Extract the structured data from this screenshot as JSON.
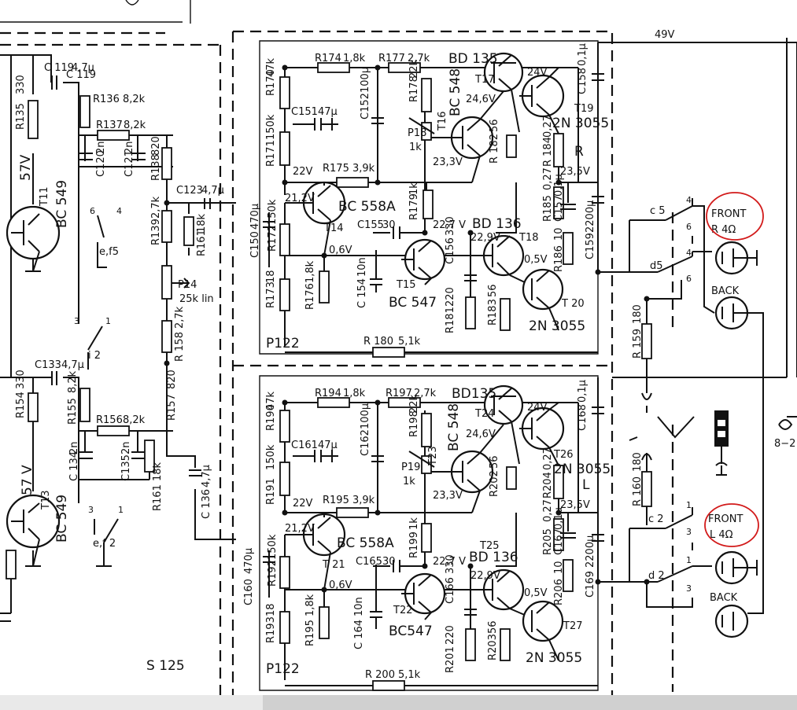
{
  "supply": {
    "rail": "49V"
  },
  "channel_r": {
    "board": "P122",
    "channel_letter": "R",
    "transistors": {
      "t11": {
        "ref": "T11",
        "type": "BC 549"
      },
      "t14": {
        "ref": "T14",
        "type": "BC 558A"
      },
      "t15": {
        "ref": "T15",
        "type": "BC 547"
      },
      "t16": {
        "ref": "T16",
        "type": "BC 548"
      },
      "t17": {
        "ref": "T17",
        "type": "BD 135"
      },
      "t18": {
        "ref": "T18",
        "type": "BD 136"
      },
      "t19": {
        "ref": "T19",
        "type": "2N 3055"
      },
      "t20": {
        "ref": "T 20",
        "type": "2N 3055"
      }
    },
    "resistors": {
      "r135": {
        "ref": "R135",
        "value": "330"
      },
      "r136": {
        "ref": "R136",
        "value": "8,2k"
      },
      "r137": {
        "ref": "R137",
        "value": "8,2k"
      },
      "r138": {
        "ref": "R138",
        "value": "820"
      },
      "r139": {
        "ref": "R139",
        "value": "2,7k"
      },
      "r161": {
        "ref": "R161",
        "value": "18k"
      },
      "p14": {
        "ref": "P14",
        "value": "25k lin"
      },
      "r158": {
        "ref": "R 158",
        "value": "2,7k"
      },
      "r170": {
        "ref": "R170",
        "value": "47k"
      },
      "r171": {
        "ref": "R171",
        "value": "150k"
      },
      "r172": {
        "ref": "R172",
        "value": "150k"
      },
      "r173": {
        "ref": "R173",
        "value": "18"
      },
      "r174": {
        "ref": "R174",
        "value": "1,8k"
      },
      "r175": {
        "ref": "R175",
        "value": "3,9k"
      },
      "r176": {
        "ref": "R176",
        "value": "1,8k"
      },
      "r177": {
        "ref": "R177",
        "value": "2,7k"
      },
      "r178": {
        "ref": "R178",
        "value": "22k"
      },
      "p18": {
        "ref": "P18",
        "value": "1k"
      },
      "r179": {
        "ref": "R179",
        "value": "1k"
      },
      "r180": {
        "ref": "R 180",
        "value": "5,1k"
      },
      "r181": {
        "ref": "R181",
        "value": "220"
      },
      "r182": {
        "ref": "R 182",
        "value": "56"
      },
      "r183": {
        "ref": "R183",
        "value": "56"
      },
      "r184": {
        "ref": "R 184",
        "value": "0,27"
      },
      "r185": {
        "ref": "R185",
        "value": "0,27"
      },
      "r186": {
        "ref": "R186",
        "value": "10"
      },
      "r159": {
        "ref": "R 159",
        "value": "180"
      }
    },
    "capacitors": {
      "c119": {
        "ref": "C 119",
        "value": "4,7µ"
      },
      "c120": {
        "ref": "C120",
        "value": "2n"
      },
      "c121": {
        "ref": "C121",
        "value": "2n"
      },
      "c123": {
        "ref": "C123",
        "value": "4,7µ"
      },
      "c150": {
        "ref": "C150",
        "value": "470µ"
      },
      "c151": {
        "ref": "C151",
        "value": "47µ"
      },
      "c152": {
        "ref": "C152",
        "value": "100µ"
      },
      "c154": {
        "ref": "C 154",
        "value": "10n"
      },
      "c155": {
        "ref": "C155",
        "value": "30"
      },
      "c156": {
        "ref": "C156",
        "value": "330"
      },
      "c157": {
        "ref": "C157",
        "value": "0,1µ"
      },
      "c158": {
        "ref": "C158",
        "value": "0,1µ"
      },
      "c159": {
        "ref": "C159",
        "value": "2200µ"
      }
    },
    "voltages": {
      "v57": "57V",
      "v22": "22V",
      "v212": "21,2V",
      "v06": "0,6V",
      "v233": "23,3V",
      "v24": "24V",
      "v246": "24,6V",
      "v235": "23,5V",
      "v227": "22,7 V",
      "v229": "22,9V",
      "v05": "0,5V"
    },
    "switch_contacts": {
      "e_f5": "e,f5",
      "c5": "c 5",
      "d5": "d5",
      "n6": "6",
      "n4": "4",
      "n3": "3",
      "n1": "1",
      "i2": "i 2"
    }
  },
  "channel_l": {
    "board": "P122",
    "channel_letter": "L",
    "transistors": {
      "t13": {
        "ref": "T13",
        "type": "BC 549"
      },
      "t21": {
        "ref": "T 21",
        "type": "BC 558A"
      },
      "t22": {
        "ref": "T22",
        "type": "BC547"
      },
      "t23": {
        "ref": "T23",
        "type": "BC 548"
      },
      "t24": {
        "ref": "T24",
        "type": "BD135"
      },
      "t25": {
        "ref": "T25",
        "type": "BD 136"
      },
      "t26": {
        "ref": "T26",
        "type": "2N 3055"
      },
      "t27": {
        "ref": "T27",
        "type": "2N 3055"
      }
    },
    "resistors": {
      "r154": {
        "ref": "R154",
        "value": "330"
      },
      "r155": {
        "ref": "R155",
        "value": "8,2k"
      },
      "r156": {
        "ref": "R156",
        "value": "8,2k"
      },
      "r157": {
        "ref": "R157",
        "value": "820"
      },
      "r161b": {
        "ref": "R161",
        "value": "18k"
      },
      "r190": {
        "ref": "R190",
        "value": "47k"
      },
      "r191": {
        "ref": "R191",
        "value": "150k"
      },
      "r192": {
        "ref": "R192",
        "value": "150k"
      },
      "r193": {
        "ref": "R193",
        "value": "18"
      },
      "r194": {
        "ref": "R194",
        "value": "1,8k"
      },
      "r195": {
        "ref": "R195",
        "value": "3,9k"
      },
      "r196": {
        "ref": "R195",
        "value": "1,8k"
      },
      "r197": {
        "ref": "R197",
        "value": "2,7k"
      },
      "r198": {
        "ref": "R198",
        "value": "22k"
      },
      "p19": {
        "ref": "P19",
        "value": "1k"
      },
      "r199": {
        "ref": "R199",
        "value": "1k"
      },
      "r200": {
        "ref": "R 200",
        "value": "5,1k"
      },
      "r201": {
        "ref": "R201",
        "value": "220"
      },
      "r202": {
        "ref": "R202",
        "value": "56"
      },
      "r203": {
        "ref": "R203",
        "value": "56"
      },
      "r204": {
        "ref": "R204",
        "value": "0,27"
      },
      "r205": {
        "ref": "R205",
        "value": "0,27"
      },
      "r206": {
        "ref": "R206",
        "value": "10"
      },
      "r160": {
        "ref": "R 160",
        "value": "180"
      }
    },
    "capacitors": {
      "c133": {
        "ref": "C133",
        "value": "4,7µ"
      },
      "c134": {
        "ref": "C 134",
        "value": "2n"
      },
      "c135": {
        "ref": "C135",
        "value": "2n"
      },
      "c136": {
        "ref": "C 136",
        "value": "4,7µ"
      },
      "c160": {
        "ref": "C160",
        "value": "470µ"
      },
      "c161": {
        "ref": "C161",
        "value": "47µ"
      },
      "c162": {
        "ref": "C162",
        "value": "100µ"
      },
      "c164": {
        "ref": "C 164",
        "value": "10n"
      },
      "c165": {
        "ref": "C165",
        "value": "30"
      },
      "c166": {
        "ref": "C166",
        "value": "330"
      },
      "c167": {
        "ref": "C167",
        "value": "0,1µ"
      },
      "c168": {
        "ref": "C168",
        "value": "0,1µ"
      },
      "c169": {
        "ref": "C169",
        "value": "2200µ"
      }
    },
    "voltages": {
      "v57": "57 V",
      "v22": "22V",
      "v212": "21,2V",
      "v06": "0,6V",
      "v233": "23,3V",
      "v24": "24V",
      "v246": "24,6V",
      "v235": "23,5V",
      "v227": "22,7 V",
      "v229": "22,9V",
      "v05": "0,5V"
    },
    "switch_contacts": {
      "e_f2": "e,f 2",
      "c2": "c 2",
      "d2": "d 2",
      "n1": "1",
      "n3": "3"
    }
  },
  "speakers": {
    "front_r": "FRONT",
    "front_r_imp": "R 4Ω",
    "back_r": "BACK",
    "front_l": "FRONT",
    "front_l_imp": "L 4Ω",
    "back_l": "BACK"
  },
  "misc": {
    "s125": "S 125",
    "page_ref": "8−2"
  },
  "highlight_color": "#d21a1a"
}
